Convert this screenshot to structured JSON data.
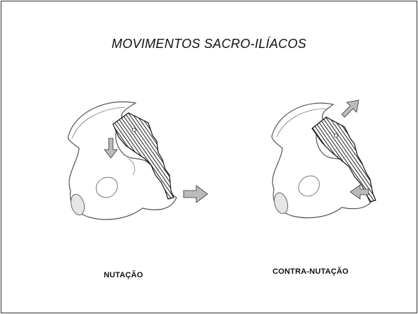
{
  "title": "MOVIMENTOS SACRO-ILÍACOS",
  "figures": [
    {
      "caption": "NUTAÇÃO"
    },
    {
      "caption": "CONTRA-NUTAÇÃO"
    }
  ]
}
